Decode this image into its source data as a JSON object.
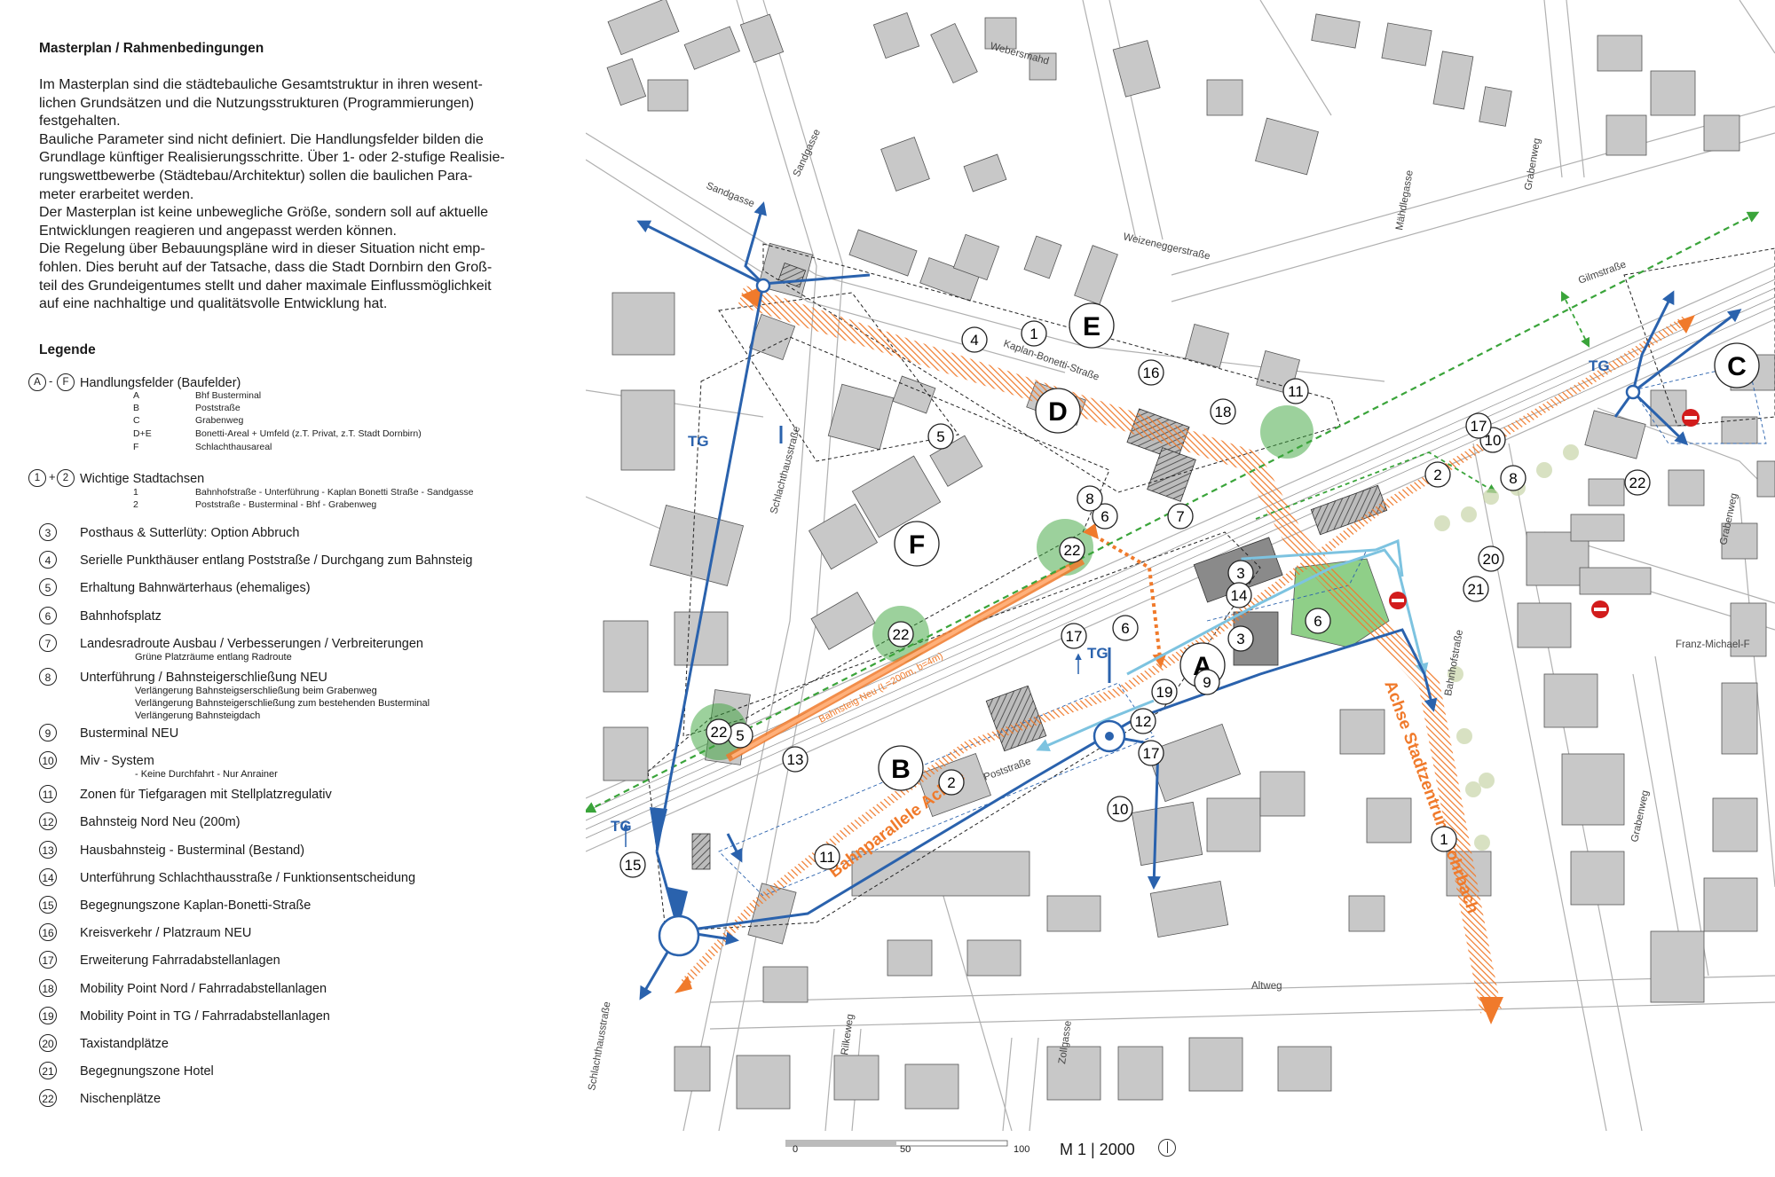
{
  "header": {
    "title": "Masterplan / Rahmenbedingungen",
    "intro": [
      "Im Masterplan sind die städtebauliche Gesamtstruktur in ihren wesent-",
      "lichen Grundsätzen und die Nutzungsstrukturen (Programmierungen)",
      "festgehalten.",
      "Bauliche Parameter sind nicht definiert. Die Handlungsfelder bilden die",
      "Grundlage künftiger Realisierungsschritte. Über 1- oder 2-stufige Realisie-",
      "rungswettbewerbe (Städtebau/Architektur) sollen die baulichen Para-",
      "meter erarbeitet werden.",
      "Der Masterplan ist keine unbewegliche Größe, sondern soll auf aktuelle",
      "Entwicklungen reagieren und angepasst werden können.",
      "Die Regelung über Bebauungspläne wird in dieser Situation nicht emp-",
      "fohlen. Dies beruht auf der Tatsache, dass die Stadt Dornbirn den Groß-",
      "teil des Grundeigentumes stellt und daher maximale Einflussmöglichkeit",
      "auf eine nachhaltige und qualitätsvolle Entwicklung hat."
    ]
  },
  "legend": {
    "title": "Legende",
    "fields": {
      "marker_from": "A",
      "marker_to": "F",
      "sep": "-",
      "label": "Handlungsfelder (Baufelder)",
      "items": [
        {
          "key": "A",
          "value": "Bhf Busterminal"
        },
        {
          "key": "B",
          "value": "Poststraße"
        },
        {
          "key": "C",
          "value": "Grabenweg"
        },
        {
          "key": "D+E",
          "value": "Bonetti-Areal + Umfeld (z.T. Privat, z.T. Stadt Dornbirn)"
        },
        {
          "key": "F",
          "value": "Schlachthausareal"
        }
      ]
    },
    "axes": {
      "marker_from": "1",
      "marker_to": "2",
      "sep": "+",
      "label": "Wichtige Stadtachsen",
      "items": [
        {
          "key": "1",
          "value": "Bahnhofstraße - Unterführung - Kaplan Bonetti Straße - Sandgasse"
        },
        {
          "key": "2",
          "value": "Poststraße - Busterminal - Bhf - Grabenweg"
        }
      ]
    },
    "items": [
      {
        "num": "3",
        "label": "Posthaus & Sutterlüty: Option Abbruch"
      },
      {
        "num": "4",
        "label": "Serielle Punkthäuser entlang Poststraße / Durchgang zum Bahnsteig"
      },
      {
        "num": "5",
        "label": "Erhaltung Bahnwärterhaus (ehemaliges)"
      },
      {
        "num": "6",
        "label": "Bahnhofsplatz"
      },
      {
        "num": "7",
        "label": "Landesradroute Ausbau / Verbesserungen / Verbreiterungen",
        "notes": [
          "Grüne Platzräume entlang Radroute"
        ]
      },
      {
        "num": "8",
        "label": "Unterführung / Bahnsteigerschließung NEU",
        "notes": [
          "Verlängerung Bahnsteigserschließung beim Grabenweg",
          "Verlängerung Bahnsteigerschließung zum bestehenden Busterminal",
          "Verlängerung Bahnsteigdach"
        ]
      },
      {
        "num": "9",
        "label": "Busterminal NEU"
      },
      {
        "num": "10",
        "label": "Miv - System",
        "notes": [
          "-       Keine Durchfahrt - Nur Anrainer"
        ]
      },
      {
        "num": "11",
        "label": "Zonen für Tiefgaragen mit Stellplatzregulativ"
      },
      {
        "num": "12",
        "label": "Bahnsteig Nord Neu (200m)"
      },
      {
        "num": "13",
        "label": "Hausbahnsteig - Busterminal (Bestand)"
      },
      {
        "num": "14",
        "label": "Unterführung Schlachthausstraße / Funktionsentscheidung"
      },
      {
        "num": "15",
        "label": "Begegnungszone Kaplan-Bonetti-Straße"
      },
      {
        "num": "16",
        "label": "Kreisverkehr / Platzraum NEU"
      },
      {
        "num": "17",
        "label": "Erweiterung Fahrradabstellanlagen"
      },
      {
        "num": "18",
        "label": "Mobility Point Nord / Fahrradabstellanlagen"
      },
      {
        "num": "19",
        "label": "Mobility Point in TG / Fahrradabstellanlagen"
      },
      {
        "num": "20",
        "label": "Taxistandplätze"
      },
      {
        "num": "21",
        "label": "Begegnungszone Hotel"
      },
      {
        "num": "22",
        "label": "Nischenplätze"
      }
    ]
  },
  "map": {
    "streets": [
      "Sandgasse",
      "Sandgasse",
      "Webersmahd",
      "Mähdlegasse",
      "Weizeneggerstraße",
      "Gilmstraße",
      "Kaplan-Bonetti-Straße",
      "Schlachthausstraße",
      "Poststraße",
      "Bahnhofstraße",
      "Grabenweg",
      "Franz-Michael-F",
      "Grabenweg",
      "Altweg",
      "Rilkeweg",
      "Zollgasse",
      "Schlachthausstraße",
      "Grabenweg"
    ],
    "fields": [
      "A",
      "B",
      "C",
      "D",
      "E",
      "F"
    ],
    "numbers": [
      "1",
      "1",
      "2",
      "2",
      "3",
      "3",
      "4",
      "5",
      "5",
      "6",
      "6",
      "6",
      "7",
      "8",
      "8",
      "9",
      "10",
      "10",
      "11",
      "11",
      "12",
      "13",
      "14",
      "15",
      "16",
      "17",
      "17",
      "17",
      "18",
      "19",
      "20",
      "21",
      "22",
      "22",
      "22",
      "22"
    ],
    "tg_labels": [
      "TG",
      "TG",
      "TG",
      "TG"
    ],
    "axis_labels": [
      "Bahnparallele Achse",
      "Achse Stadtzentrum Rohrbach"
    ],
    "platform_label": "Bahnsteig Neu (L=200m, b=4m)",
    "colors": {
      "blue": "#2a62ad",
      "orange": "#f07a2b",
      "green": "#3aa43a",
      "light_blue": "#7dc3e0",
      "building": "#c8c8c8",
      "building_dark": "#8a8a8a",
      "green_area": "#8fcf88",
      "red": "#d21c1c"
    }
  },
  "scale": {
    "ticks": [
      "0",
      "50",
      "100"
    ],
    "text": "M 1 | 2000"
  }
}
